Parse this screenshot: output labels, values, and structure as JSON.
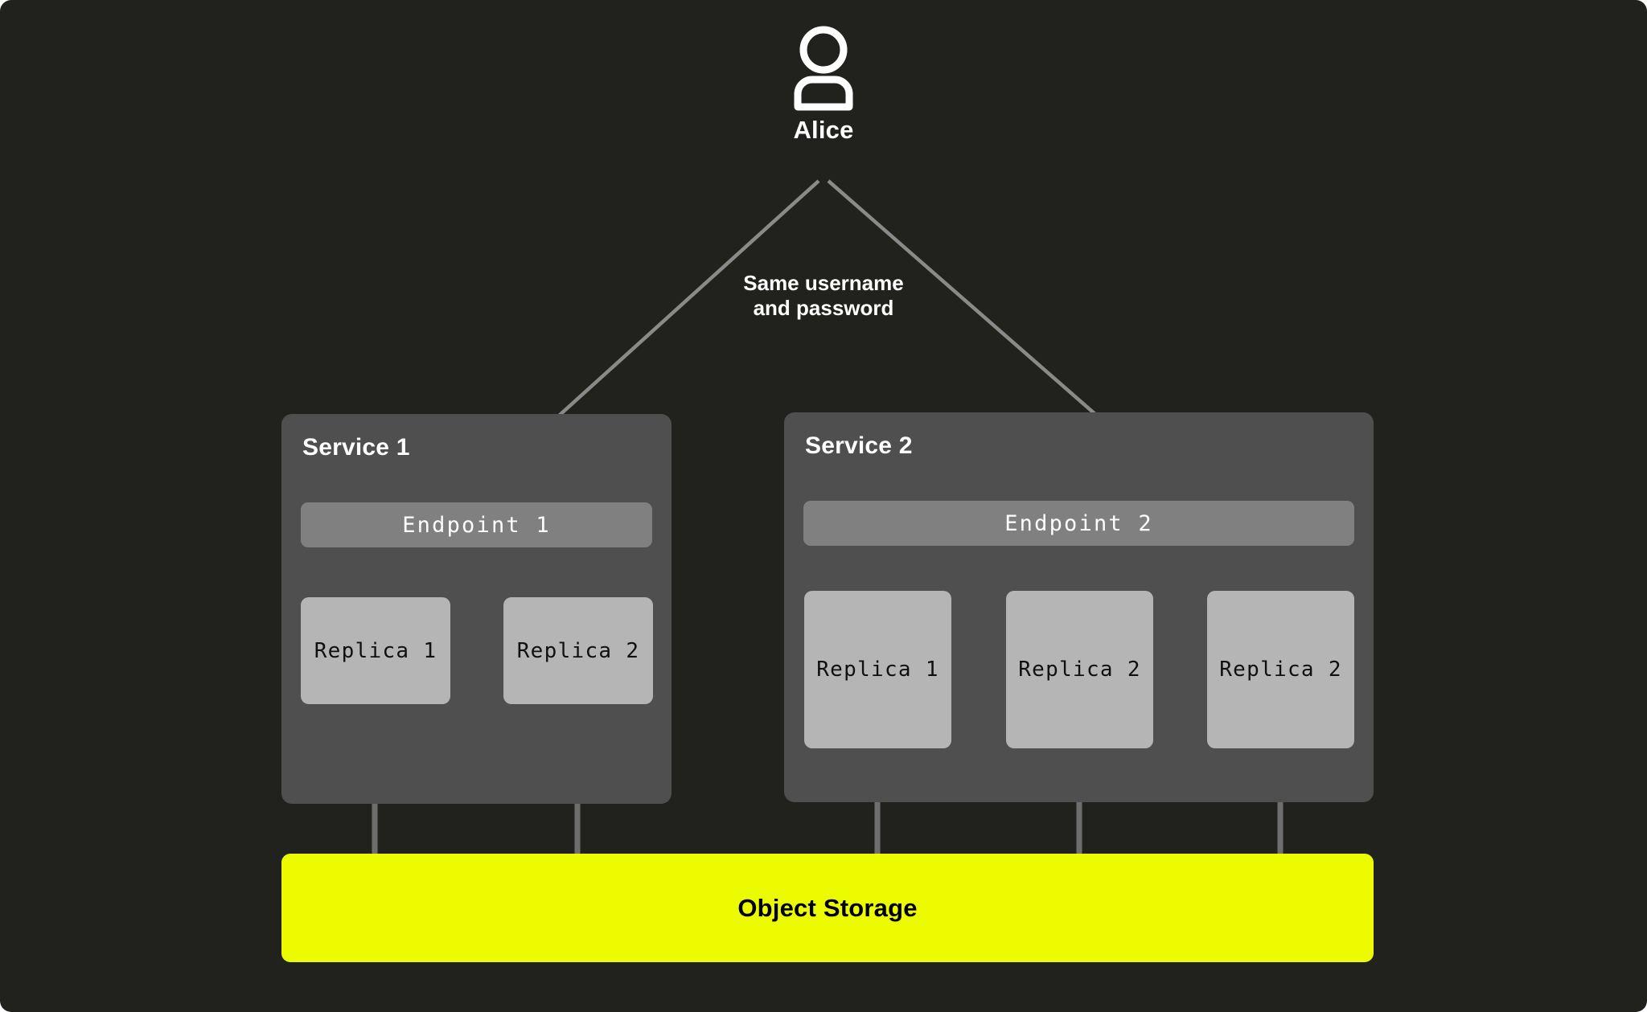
{
  "theme": {
    "canvas_background": "#21211d",
    "service_card": "#4f4f4f",
    "endpoint_bar": "#808080",
    "replica_box": "#b5b5b5",
    "object_storage": "#ecfb00",
    "wire": "#6e6e6e",
    "arrow": "#8a8a8a",
    "text_light": "#ffffff",
    "text_dark": "#101010"
  },
  "actor": {
    "icon": "user-icon",
    "name": "Alice"
  },
  "caption": {
    "line_1": "Same username",
    "line_2": "and password"
  },
  "services": [
    {
      "title": "Service 1",
      "endpoint": "Endpoint 1",
      "replicas": [
        "Replica 1",
        "Replica 2"
      ]
    },
    {
      "title": "Service 2",
      "endpoint": "Endpoint 2",
      "replicas": [
        "Replica 1",
        "Replica 2",
        "Replica 2"
      ]
    }
  ],
  "storage": {
    "label": "Object Storage"
  }
}
